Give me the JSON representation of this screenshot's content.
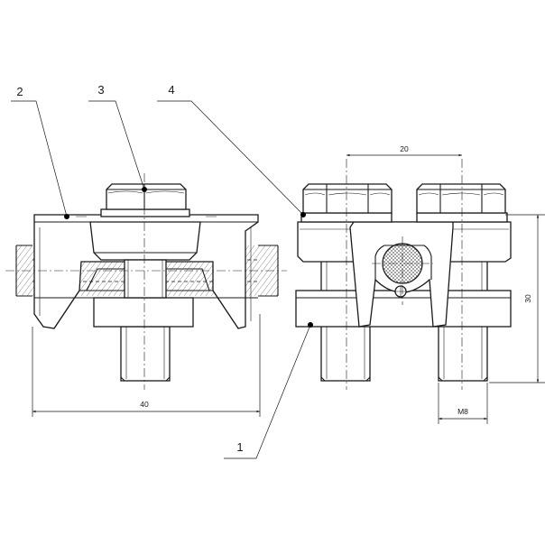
{
  "parts": [
    {
      "id": "1",
      "label": "1"
    },
    {
      "id": "2",
      "label": "2"
    },
    {
      "id": "3",
      "label": "3"
    },
    {
      "id": "4",
      "label": "4"
    }
  ],
  "dimensions": {
    "width_left": "40",
    "bolt_spacing": "20",
    "height": "30",
    "thread": "M8"
  }
}
